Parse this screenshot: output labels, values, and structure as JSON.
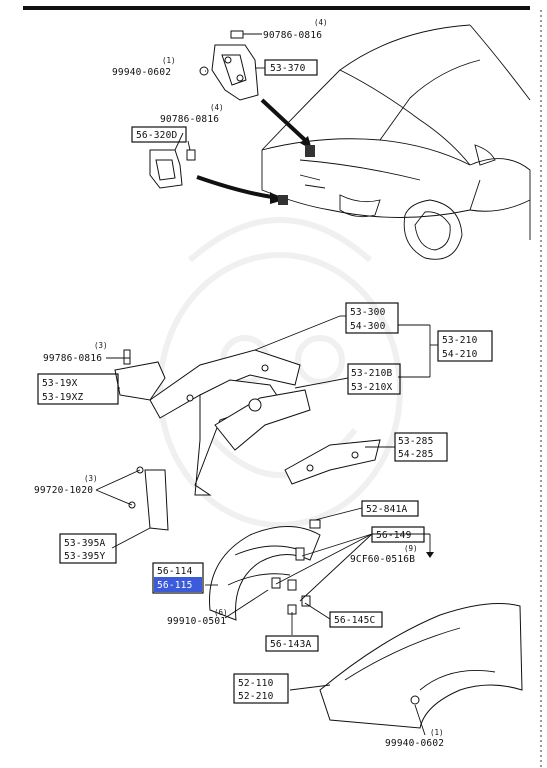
{
  "parts": {
    "bolt_top": {
      "number": "90786-0816",
      "qty": "(4)"
    },
    "nut_top": {
      "number": "99940-0602",
      "qty": "(1)"
    },
    "bracket_370": {
      "number": "53-370"
    },
    "bolt_mid": {
      "number": "90786-0816",
      "qty": "(4)"
    },
    "bracket_320d": {
      "number": "56-320D"
    },
    "member_300": {
      "line1": "53-300",
      "line2": "54-300"
    },
    "member_210": {
      "line1": "53-210",
      "line2": "54-210"
    },
    "member_210b": {
      "line1": "53-210B",
      "line2": "53-210X"
    },
    "bolt_0816": {
      "number": "99786-0816",
      "qty": "(3)"
    },
    "bracket_19x": {
      "line1": "53-19X",
      "line2": "53-19XZ"
    },
    "stay_285": {
      "line1": "53-285",
      "line2": "54-285"
    },
    "bolt_1020": {
      "number": "99720-1020",
      "qty": "(3)"
    },
    "clip_841a": {
      "number": "52-841A"
    },
    "clip_149": {
      "number": "56-149"
    },
    "screw_0516b": {
      "number": "9CF60-0516B",
      "qty": "(9)"
    },
    "panel_395": {
      "line1": "53-395A",
      "line2": "53-395Y"
    },
    "liner_114": {
      "line1": "56-114",
      "line2": "56-115"
    },
    "nut_0501": {
      "number": "99910-0501",
      "qty": "(6)"
    },
    "clip_145c": {
      "number": "56-145C"
    },
    "clip_143a": {
      "number": "56-143A"
    },
    "fender_110": {
      "line1": "52-110",
      "line2": "52-210"
    },
    "nut_bottom": {
      "number": "99940-0602",
      "qty": "(1)"
    }
  },
  "colors": {
    "highlight": "#3b5bdb",
    "ink": "#111111"
  }
}
